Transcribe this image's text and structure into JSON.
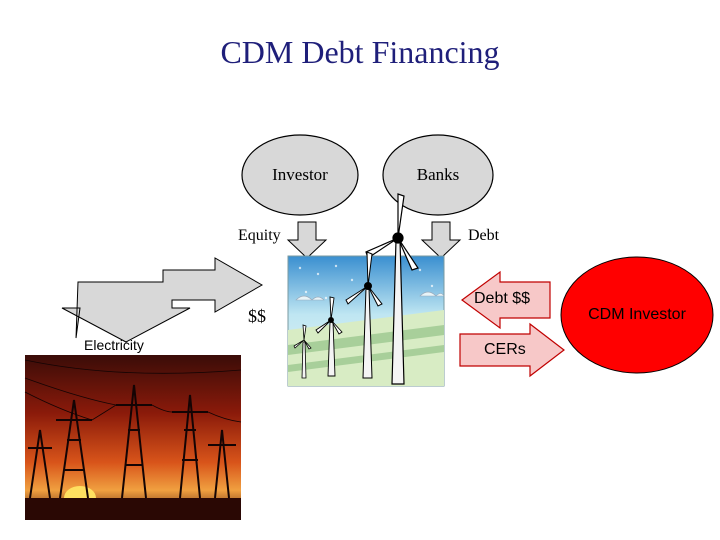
{
  "slide": {
    "title": "CDM Debt Financing",
    "investor_label": "Investor",
    "banks_label": "Banks",
    "equity_label": "Equity",
    "debt_label": "Debt",
    "money_label": "$$",
    "electricity_label": "Electricity",
    "debt_money_label": "Debt $$",
    "cers_label": "CERs",
    "cdm_investor_label": "CDM Investor"
  },
  "colors": {
    "title": "#1f1f7a",
    "ellipse_fill": "#d8d8d8",
    "arrow_fill": "#d8d8d8",
    "debt_arrow_fill": "#f7c8c8",
    "cdm_investor_fill": "#ff0000"
  },
  "icons": {
    "wind_farm": "wind-turbines-clipart",
    "power_lines": "power-lines-sunset-photo"
  }
}
